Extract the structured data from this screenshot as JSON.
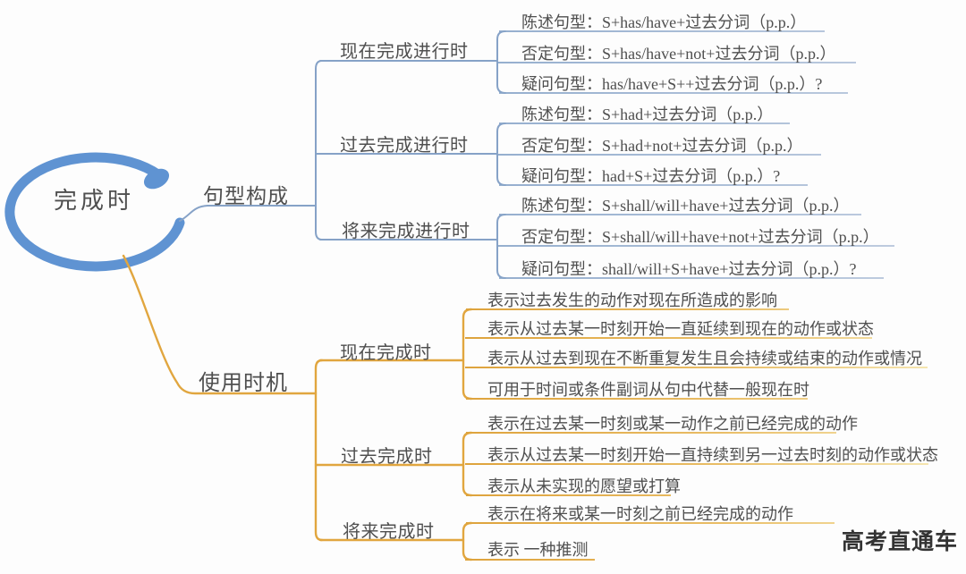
{
  "root": {
    "label": "完成时"
  },
  "branches": [
    {
      "label": "句型构成",
      "children": [
        {
          "label": "现在完成进行时",
          "leaves": [
            "陈述句型：S+has/have+过去分词（p.p.）",
            "否定句型：S+has/have+not+过去分词（p.p.）",
            "疑问句型：has/have+S++过去分词（p.p.）?"
          ]
        },
        {
          "label": "过去完成进行时",
          "leaves": [
            "陈述句型：S+had+过去分词（p.p.）",
            "否定句型：S+had+not+过去分词（p.p.）",
            "疑问句型：had+S+过去分词（p.p.）?"
          ]
        },
        {
          "label": "将来完成进行时",
          "leaves": [
            "陈述句型：S+shall/will+have+过去分词（p.p.）",
            "否定句型：S+shall/will+have+not+过去分词（p.p.）",
            "疑问句型：shall/will+S+have+过去分词（p.p.）?"
          ]
        }
      ]
    },
    {
      "label": "使用时机",
      "children": [
        {
          "label": "现在完成时",
          "leaves": [
            "表示过去发生的动作对现在所造成的影响",
            "表示从过去某一时刻开始一直延续到现在的动作或状态",
            "表示从过去到现在不断重复发生且会持续或结束的动作或情况",
            "可用于时间或条件副词从句中代替一般现在时"
          ]
        },
        {
          "label": "过去完成时",
          "leaves": [
            "表示在过去某一时刻或某一动作之前已经完成的动作",
            "表示从过去某一时刻开始一直持续到另一过去时刻的动作或状态",
            "表示从未实现的愿望或打算"
          ]
        },
        {
          "label": "将来完成时",
          "leaves": [
            "表示在将来或某一时刻之前已经完成的动作",
            "表示 一种推测"
          ]
        }
      ]
    }
  ],
  "watermark": "高考直通车",
  "colors": {
    "root_stroke": "#5f93d2",
    "branch1_line": "#86a2c7",
    "branch2_line": "#e1a63f",
    "text": "#4f4f4f",
    "watermark_text": "#333333"
  }
}
